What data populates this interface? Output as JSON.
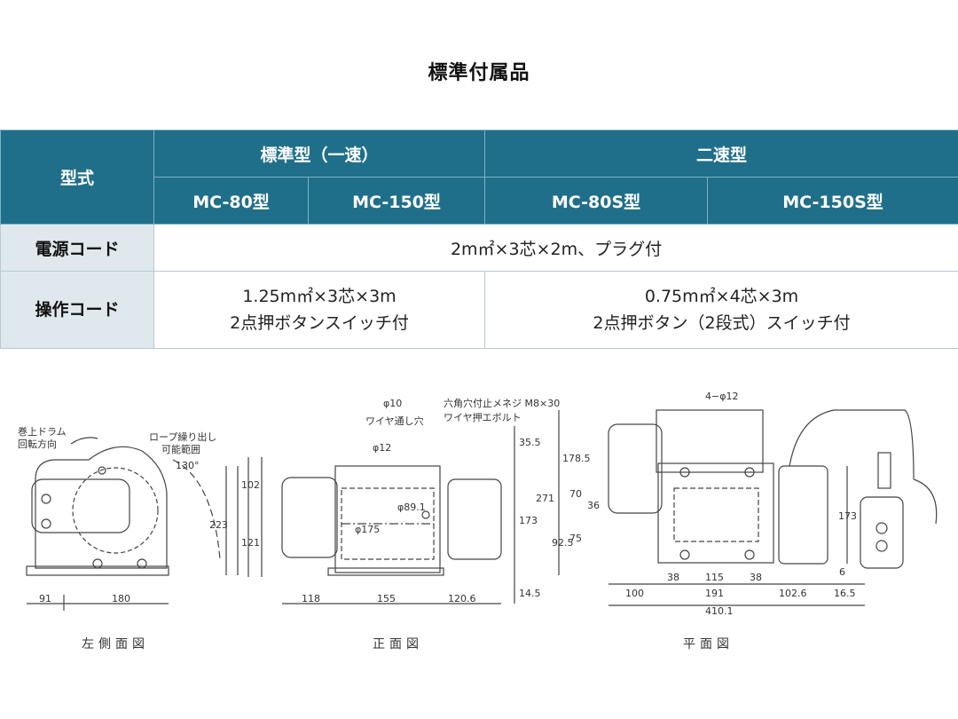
{
  "title": "標準付属品",
  "table": {
    "header_model": "型式",
    "group_standard": "標準型（一速）",
    "group_two_speed": "二速型",
    "models": [
      "MC-80型",
      "MC-150型",
      "MC-80S型",
      "MC-150S型"
    ],
    "row_power": {
      "label": "電源コード",
      "value": "2m㎡×3芯×2m、プラグ付"
    },
    "row_control": {
      "label": "操作コード",
      "standard_line1": "1.25m㎡×3芯×3m",
      "standard_line2": "2点押ボタンスイッチ付",
      "two_speed_line1": "0.75m㎡×4芯×3m",
      "two_speed_line2": "2点押ボタン（2段式）スイッチ付"
    }
  },
  "drawings": {
    "left": {
      "caption": "左側面図",
      "note_drum": "巻上ドラム",
      "note_rotation": "回転方向",
      "note_rope1": "ロープ繰り出し",
      "note_rope2": "可能範囲",
      "angle": "130°",
      "dims": [
        "91",
        "180",
        "223",
        "102",
        "121"
      ]
    },
    "front": {
      "caption": "正面図",
      "phi10": "φ10",
      "wire_hole": "ワイヤ通し穴",
      "hex_bolt": "六角穴付止メネジ M8×30",
      "wire_bolt": "ワイヤ押エボルト",
      "dims": [
        "118",
        "155",
        "120.6",
        "φ12",
        "φ175",
        "φ89.1",
        "35.5",
        "173",
        "14.5"
      ]
    },
    "plan": {
      "caption": "平面図",
      "holes": "4−φ12",
      "dims": [
        "100",
        "38",
        "115",
        "38",
        "191",
        "102.6",
        "16.5",
        "410.1",
        "271",
        "178.5",
        "70",
        "36",
        "92.5",
        "75",
        "173",
        "6"
      ]
    }
  }
}
